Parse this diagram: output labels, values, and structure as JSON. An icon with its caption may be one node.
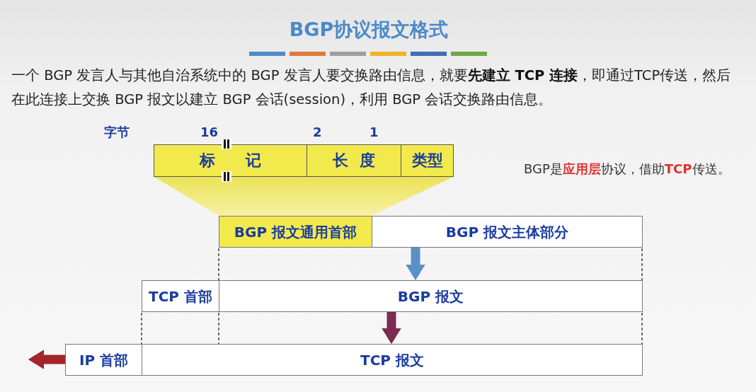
{
  "diagram": {
    "title": "BGP协议报文格式",
    "nodes": [
      {
        "text": [
          "标 记"
        ]
      },
      {
        "text": [
          "长 度"
        ]
      },
      {
        "text": [
          "类型"
        ]
      },
      {
        "text": [],
        "shape": "trapezoid"
      },
      {
        "text": [
          "BGP 报文通用首部"
        ]
      },
      {
        "text": [
          "BGP 报文主体部分"
        ]
      },
      {
        "text": [
          "TCP 首部"
        ]
      },
      {
        "text": [
          "BGP 报文"
        ]
      },
      {
        "text": [
          "IP 首部"
        ]
      },
      {
        "text": [
          "TCP 报文"
        ]
      }
    ],
    "edges": [
      {
        "from": 5,
        "to": 7,
        "arrow": "to",
        "color": "#5b8fc9"
      },
      {
        "from": 7,
        "to": 9,
        "arrow": "to",
        "color": "#7b2d4f"
      },
      {
        "from": 8,
        "to": null,
        "arrow": "to",
        "color": "#a3262a"
      }
    ],
    "labels": [
      "一个 BGP 发言人与其他自治系统中的 BGP 发言人要交换路由信息，就要**先建立 TCP 连接**，即通过TCP传送，然后在此连接上交换 BGP 报文以建立 BGP 会话(session)，利用 BGP 会话交换路由信息。",
      "字节",
      "16",
      "2",
      "1",
      "BGP是**应用层**协议，借助**TCP**传送。"
    ]
  }
}
